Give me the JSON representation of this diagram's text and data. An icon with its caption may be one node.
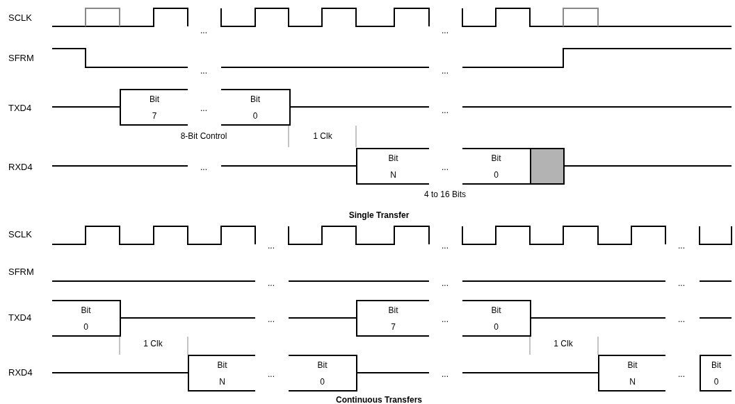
{
  "diagram": {
    "nodes": [
      {
        "text": [
          "Bit 7"
        ]
      },
      {
        "text": [
          "Bit 0"
        ]
      },
      {
        "text": [
          "Bit N"
        ]
      },
      {
        "text": [
          "Bit 0"
        ]
      },
      {
        "text": [],
        "shape": "box"
      },
      {
        "text": [
          "Bit 0"
        ]
      },
      {
        "text": [
          "Bit 7"
        ]
      },
      {
        "text": [
          "Bit 0"
        ]
      },
      {
        "text": [
          "Bit N"
        ]
      },
      {
        "text": [
          "Bit 0"
        ]
      },
      {
        "text": [
          "Bit N"
        ]
      },
      {
        "text": [
          "Bit 0"
        ]
      }
    ],
    "edges": [],
    "labels": [
      "SCLK",
      "...",
      "...",
      "SFRM",
      "...",
      "...",
      "TXD4",
      "...",
      "...",
      "8-Bit Control",
      "1 Clk",
      "RXD4",
      "...",
      "...",
      "4 to 16 Bits",
      "Single Transfer",
      "SCLK",
      "...",
      "...",
      "...",
      "SFRM",
      "...",
      "...",
      "...",
      "TXD4",
      "...",
      "...",
      "...",
      "1 Clk",
      "1 Clk",
      "RXD4",
      "...",
      "...",
      "...",
      "Continuous Transfers"
    ]
  }
}
